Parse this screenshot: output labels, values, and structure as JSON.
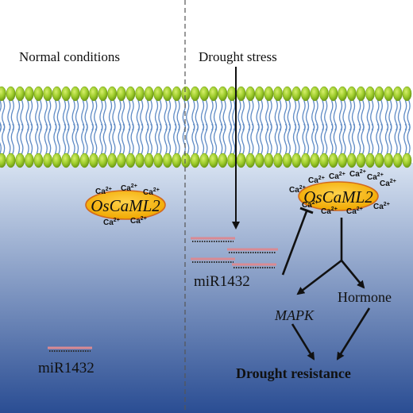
{
  "labels": {
    "normal_conditions": "Normal conditions",
    "drought_stress": "Drought stress",
    "protein_name": "OsCaML2",
    "calcium_ion": "Ca",
    "calcium_charge": "2+",
    "mirna_left": "miR1432",
    "mirna_right": "miR1432",
    "mapk": "MAPK",
    "hormone": "Hormone",
    "drought_resistance": "Drought resistance"
  },
  "colors": {
    "background_top": "#ffffff",
    "cytoplasm_top": "#d7e2f1",
    "cytoplasm_bottom": "#2a4d93",
    "lipid_head": "#9ccb2a",
    "lipid_head_dark": "#6e9a16",
    "lipid_tail": "#5f8bc5",
    "protein_fill": "#f5b400",
    "protein_stroke": "#d2691e",
    "mirna_pink": "#d98a93",
    "mirna_dark": "#2b2b2b",
    "arrow": "#111111",
    "divider": "#555555"
  }
}
